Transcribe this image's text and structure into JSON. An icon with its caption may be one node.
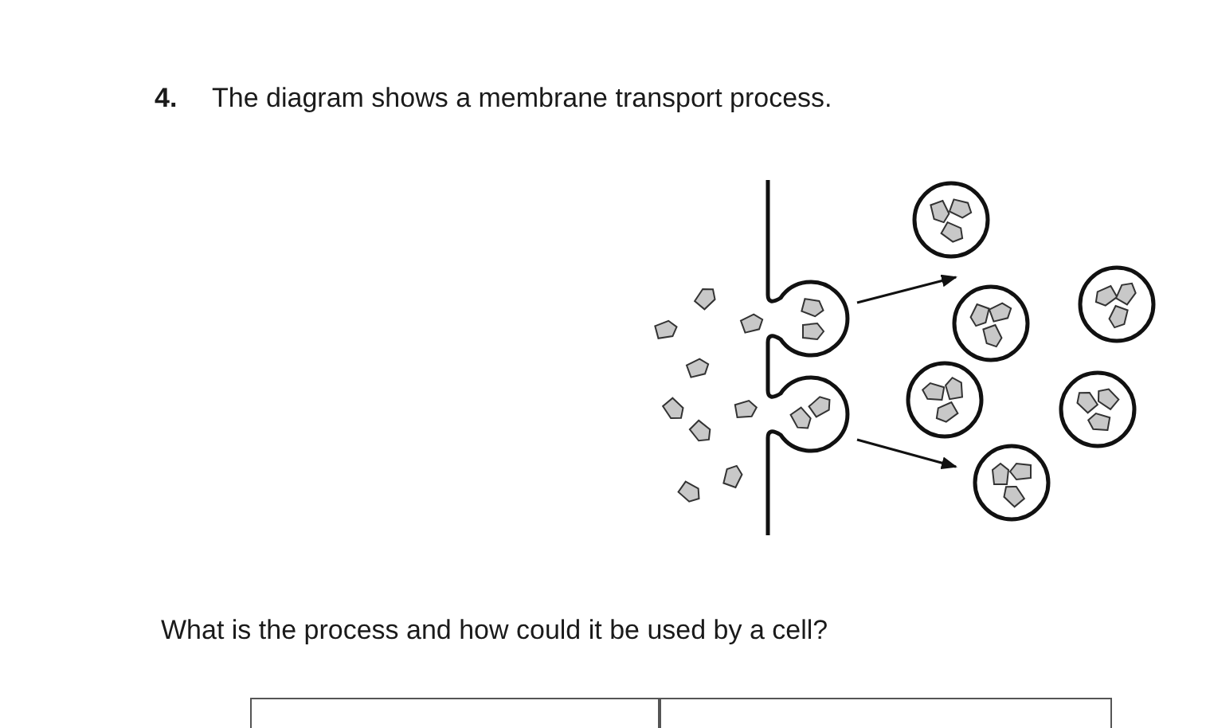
{
  "diagram": {
    "title": "The diagram shows a membrane transport process.",
    "labels": [
      "4.",
      "What is the process and how could it be used by a cell?"
    ]
  }
}
